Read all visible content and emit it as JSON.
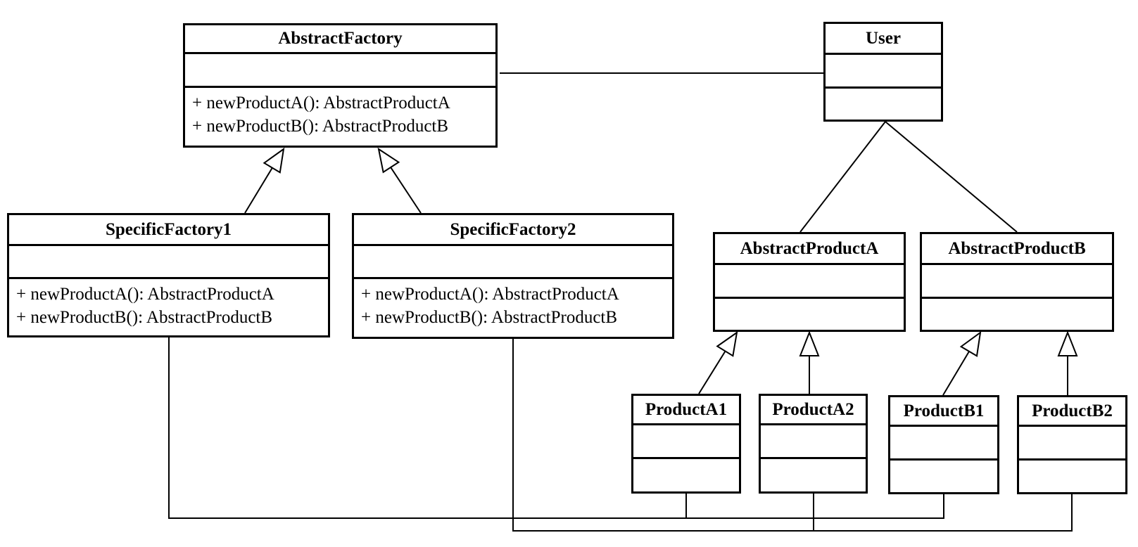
{
  "colors": {
    "background": "#ffffff",
    "stroke": "#000000",
    "text": "#000000"
  },
  "classes": {
    "abstract_factory": {
      "name": "AbstractFactory",
      "attributes": [],
      "methods": [
        "+ newProductA(): AbstractProductA",
        "+ newProductB(): AbstractProductB"
      ]
    },
    "user": {
      "name": "User",
      "attributes": [],
      "methods": []
    },
    "specific_factory1": {
      "name": "SpecificFactory1",
      "attributes": [],
      "methods": [
        "+ newProductA(): AbstractProductA",
        "+ newProductB(): AbstractProductB"
      ]
    },
    "specific_factory2": {
      "name": "SpecificFactory2",
      "attributes": [],
      "methods": [
        "+ newProductA(): AbstractProductA",
        "+ newProductB(): AbstractProductB"
      ]
    },
    "abstract_product_a": {
      "name": "AbstractProductA",
      "attributes": [],
      "methods": []
    },
    "abstract_product_b": {
      "name": "AbstractProductB",
      "attributes": [],
      "methods": []
    },
    "product_a1": {
      "name": "ProductA1",
      "attributes": [],
      "methods": []
    },
    "product_a2": {
      "name": "ProductA2",
      "attributes": [],
      "methods": []
    },
    "product_b1": {
      "name": "ProductB1",
      "attributes": [],
      "methods": []
    },
    "product_b2": {
      "name": "ProductB2",
      "attributes": [],
      "methods": []
    }
  },
  "relations": [
    {
      "from": "SpecificFactory1",
      "to": "AbstractFactory",
      "type": "generalization"
    },
    {
      "from": "SpecificFactory2",
      "to": "AbstractFactory",
      "type": "generalization"
    },
    {
      "from": "ProductA1",
      "to": "AbstractProductA",
      "type": "generalization"
    },
    {
      "from": "ProductA2",
      "to": "AbstractProductA",
      "type": "generalization"
    },
    {
      "from": "ProductB1",
      "to": "AbstractProductB",
      "type": "generalization"
    },
    {
      "from": "ProductB2",
      "to": "AbstractProductB",
      "type": "generalization"
    },
    {
      "from": "AbstractFactory",
      "to": "User",
      "type": "association"
    },
    {
      "from": "User",
      "to": "AbstractProductA",
      "type": "association"
    },
    {
      "from": "User",
      "to": "AbstractProductB",
      "type": "association"
    },
    {
      "from": "SpecificFactory1",
      "to": "ProductA1",
      "type": "association"
    },
    {
      "from": "SpecificFactory1",
      "to": "ProductB1",
      "type": "association"
    },
    {
      "from": "SpecificFactory2",
      "to": "ProductA2",
      "type": "association"
    },
    {
      "from": "SpecificFactory2",
      "to": "ProductB2",
      "type": "association"
    }
  ]
}
